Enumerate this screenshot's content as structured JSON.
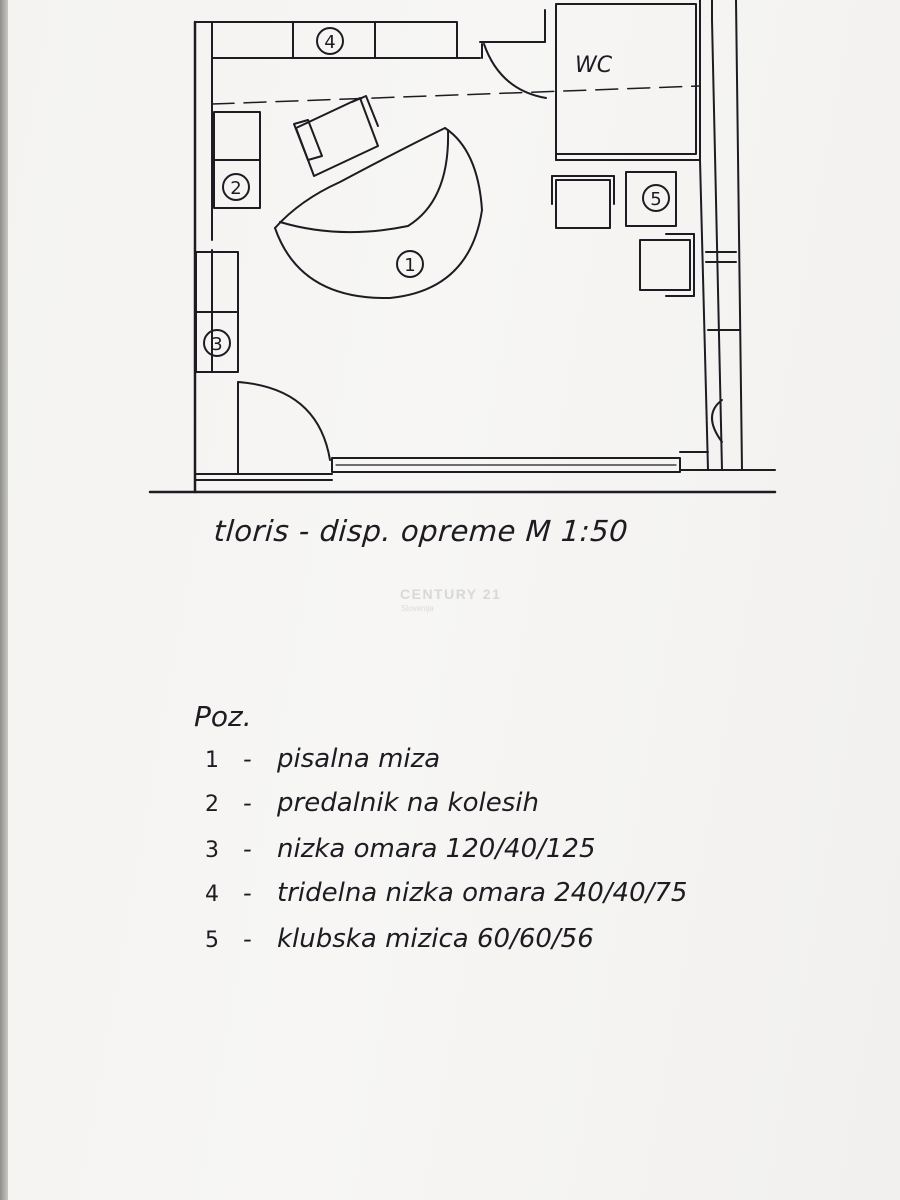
{
  "plan": {
    "room_label_wc": "WC",
    "position_markers": [
      "1",
      "2",
      "3",
      "4",
      "5"
    ],
    "caption": "tloris - disp. opreme M 1:50"
  },
  "legend": {
    "title": "Poz.",
    "items": [
      {
        "num": "1",
        "dash": "-",
        "text": "pisalna miza"
      },
      {
        "num": "2",
        "dash": "-",
        "text": "predalnik na kolesih"
      },
      {
        "num": "3",
        "dash": "-",
        "text": "nizka omara 120/40/125"
      },
      {
        "num": "4",
        "dash": "-",
        "text": "tridelna nizka omara 240/40/75"
      },
      {
        "num": "5",
        "dash": "-",
        "text": "klubska mizica 60/60/56"
      }
    ]
  },
  "watermark": {
    "brand": "CENTURY 21",
    "region": "Slovenija"
  },
  "colors": {
    "paper": "#f5f4f2",
    "ink": "#1c1c22"
  }
}
